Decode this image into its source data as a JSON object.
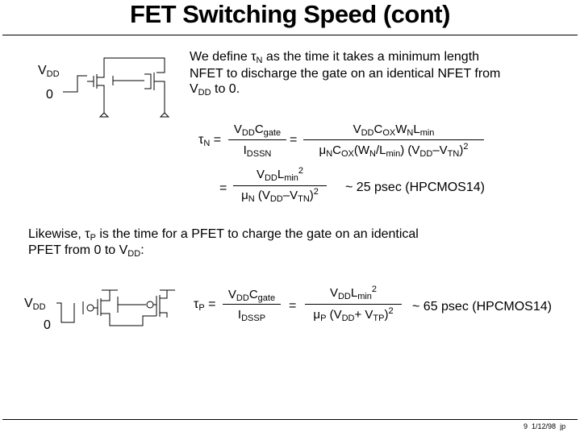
{
  "title": "FET Switching Speed (cont)",
  "nfet_diagram": {
    "vdd_label": "V",
    "vdd_sub": "DD",
    "zero_label": "0"
  },
  "pfet_diagram": {
    "vdd_label": "V",
    "vdd_sub": "DD",
    "zero_label": "0"
  },
  "para1": {
    "line1_a": "We define ",
    "tau": "τ",
    "tau_sub": "N",
    "line1_b": " as the time it takes a minimum length",
    "line2": "NFET to discharge the gate on an identical NFET from",
    "line3_a": "V",
    "line3_sub": "DD",
    "line3_b": " to 0."
  },
  "eqN": {
    "lhs": "τ",
    "lhs_sub": "N",
    "eq": "=",
    "f1_num": "V<sub>DD</sub>C<sub>gate</sub>",
    "f1_den": "I<sub>DSSN</sub>",
    "f2_num": "V<sub>DD</sub>C<sub>OX</sub>W<sub>N</sub>L<sub>min</sub>",
    "f2_den": "μ<sub>N</sub>C<sub>OX</sub>(W<sub>N</sub>/L<sub>min</sub>) (V<sub>DD</sub>–V<sub>TN</sub>)<sup>2</sup>",
    "f3_num": "V<sub>DD</sub>L<sub>min</sub><sup>2</sup>",
    "f3_den": "μ<sub>N</sub> (V<sub>DD</sub>–V<sub>TN</sub>)<sup>2</sup>",
    "result": "~ 25 psec (HPCMOS14)"
  },
  "para2": {
    "line1_a": "Likewise, ",
    "tau": "τ",
    "tau_sub": "P",
    "line1_b": " is the time for a PFET to charge the gate on an identical",
    "line2_a": "PFET from 0 to V",
    "line2_sub": "DD",
    "line2_b": ":"
  },
  "eqP": {
    "lhs": "τ",
    "lhs_sub": "P",
    "eq": "=",
    "f1_num": "V<sub>DD</sub>C<sub>gate</sub>",
    "f1_den": "I<sub>DSSP</sub>",
    "f2_num": "V<sub>DD</sub>L<sub>min</sub><sup>2</sup>",
    "f2_den": "μ<sub>P</sub> (V<sub>DD</sub>+ V<sub>TP</sub>)<sup>2</sup>",
    "result": "~ 65 psec (HPCMOS14)"
  },
  "footer": {
    "page": "9",
    "date": "1/12/98",
    "initials": "jp"
  }
}
